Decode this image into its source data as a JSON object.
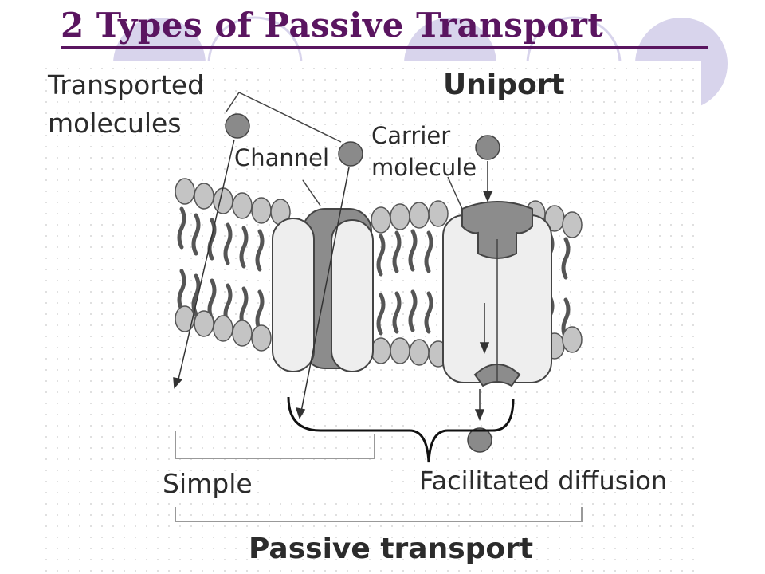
{
  "slide_title": "2 Types of Passive Transport",
  "labels": {
    "transported_line1": "Transported",
    "transported_line2": "molecules",
    "uniport": "Uniport",
    "channel": "Channel",
    "carrier_line1": "Carrier",
    "carrier_line2": "molecule",
    "simple": "Simple",
    "facilitated": "Facilitated diffusion",
    "passive": "Passive transport"
  },
  "colors": {
    "title": "#5a1560",
    "accent_circles": "#d8d4ec",
    "protein": "#8c8c8c",
    "lipid_head": "#c4c4c4",
    "molecule": "#8a8a8a"
  }
}
